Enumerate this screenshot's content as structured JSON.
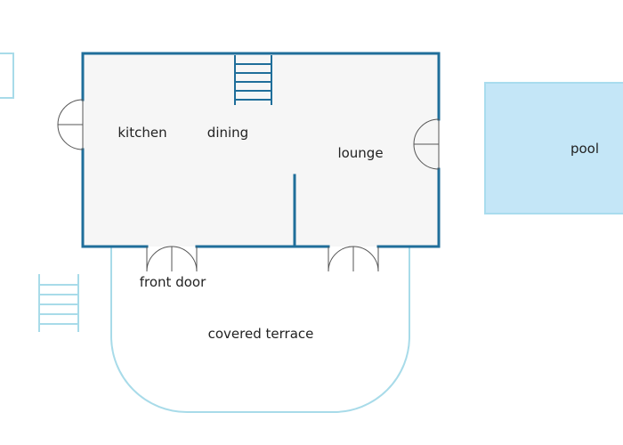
{
  "labels": {
    "kitchen": "kitchen",
    "dining": "dining",
    "lounge": "lounge",
    "pool": "pool",
    "front_door": "front door",
    "covered_terrace": "covered terrace"
  },
  "colors": {
    "wall": "#1f6e9a",
    "floor": "#f6f6f6",
    "terrace_outline": "#a8dbe9",
    "pool_fill": "#c4e6f7",
    "pool_stroke": "#a9dcee",
    "door": "#555555",
    "stairs_inside": "#1f6e9a",
    "stairs_outside": "#a8dbe9"
  }
}
